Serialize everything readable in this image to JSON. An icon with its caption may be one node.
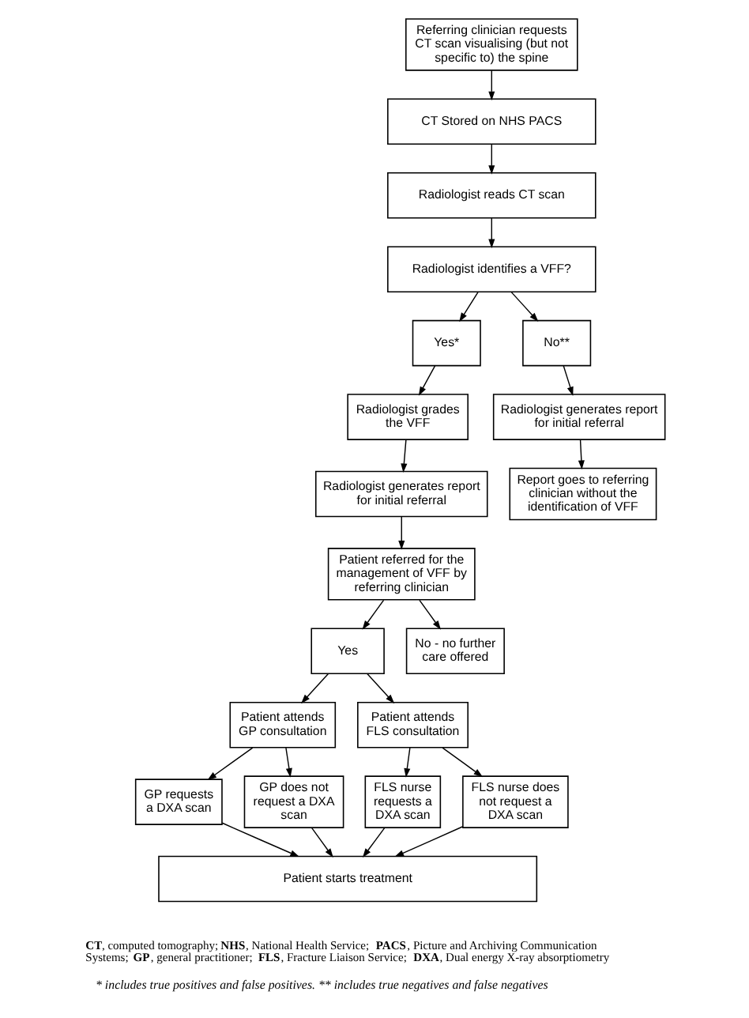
{
  "diagram": {
    "caption": "* includes true positives and false positives. ** includes true negatives and false negatives",
    "nodes": [
      {
        "text": [
          "Referring clinician requests CT scan visualising (but not specific to) the spine"
        ]
      },
      {
        "text": [
          "CT Stored on NHS PACS"
        ]
      },
      {
        "text": [
          "Radiologist reads CT scan"
        ]
      },
      {
        "text": [
          "Radiologist identifies a VFF?"
        ]
      },
      {
        "text": [
          "Yes*"
        ]
      },
      {
        "text": [
          "No**"
        ]
      },
      {
        "text": [
          "Radiologist grades the VFF"
        ]
      },
      {
        "text": [
          "Radiologist generates report for initial referral"
        ]
      },
      {
        "text": [
          "Radiologist generates report for initial referral"
        ]
      },
      {
        "text": [
          "Report goes to referring clinician without the identification of VFF"
        ]
      },
      {
        "text": [
          "Patient referred for the management of VFF by referring clinician"
        ]
      },
      {
        "text": [
          "Yes"
        ]
      },
      {
        "text": [
          "No - no further care offered"
        ]
      },
      {
        "text": [
          "Patient attends GP consultation"
        ]
      },
      {
        "text": [
          "Patient attends FLS consultation"
        ]
      },
      {
        "text": [
          "GP requests a DXA scan"
        ]
      },
      {
        "text": [
          "GP does not request a DXA scan"
        ]
      },
      {
        "text": [
          "FLS nurse requests a DXA scan"
        ]
      },
      {
        "text": [
          "FLS nurse does not request a DXA scan"
        ]
      },
      {
        "text": [
          "Patient starts treatment"
        ]
      }
    ],
    "edges": [
      {
        "from": 0,
        "to": 1,
        "arrow": "to"
      },
      {
        "from": 1,
        "to": 2,
        "arrow": "to"
      },
      {
        "from": 2,
        "to": 3,
        "arrow": "to"
      },
      {
        "from": 3,
        "to": 4,
        "arrow": "to"
      },
      {
        "from": 3,
        "to": 5,
        "arrow": "to"
      },
      {
        "from": 4,
        "to": 6,
        "arrow": "to"
      },
      {
        "from": 5,
        "to": 7,
        "arrow": "to"
      },
      {
        "from": 6,
        "to": 8,
        "arrow": "to"
      },
      {
        "from": 7,
        "to": 9,
        "arrow": "to"
      },
      {
        "from": 8,
        "to": 10,
        "arrow": "to"
      },
      {
        "from": 10,
        "to": 11,
        "arrow": "to"
      },
      {
        "from": 10,
        "to": 12,
        "arrow": "to"
      },
      {
        "from": 11,
        "to": 13,
        "arrow": "to"
      },
      {
        "from": 11,
        "to": 14,
        "arrow": "to"
      },
      {
        "from": 13,
        "to": 15,
        "arrow": "to"
      },
      {
        "from": 13,
        "to": 16,
        "arrow": "to"
      },
      {
        "from": 14,
        "to": 17,
        "arrow": "to"
      },
      {
        "from": 14,
        "to": 18,
        "arrow": "to"
      },
      {
        "from": 15,
        "to": 19,
        "arrow": "to"
      },
      {
        "from": 16,
        "to": 19,
        "arrow": "to"
      },
      {
        "from": 17,
        "to": 19,
        "arrow": "to"
      },
      {
        "from": 18,
        "to": 19,
        "arrow": "to"
      }
    ],
    "labels": [
      "**CT**, computed tomography; **NHS**, National Health Service; **PACS**, Picture and Archiving Communication Systems; **GP**, general practitioner; **FLS**, Fracture Liaison Service; **DXA**, Dual energy X-ray absorptiometry"
    ]
  }
}
